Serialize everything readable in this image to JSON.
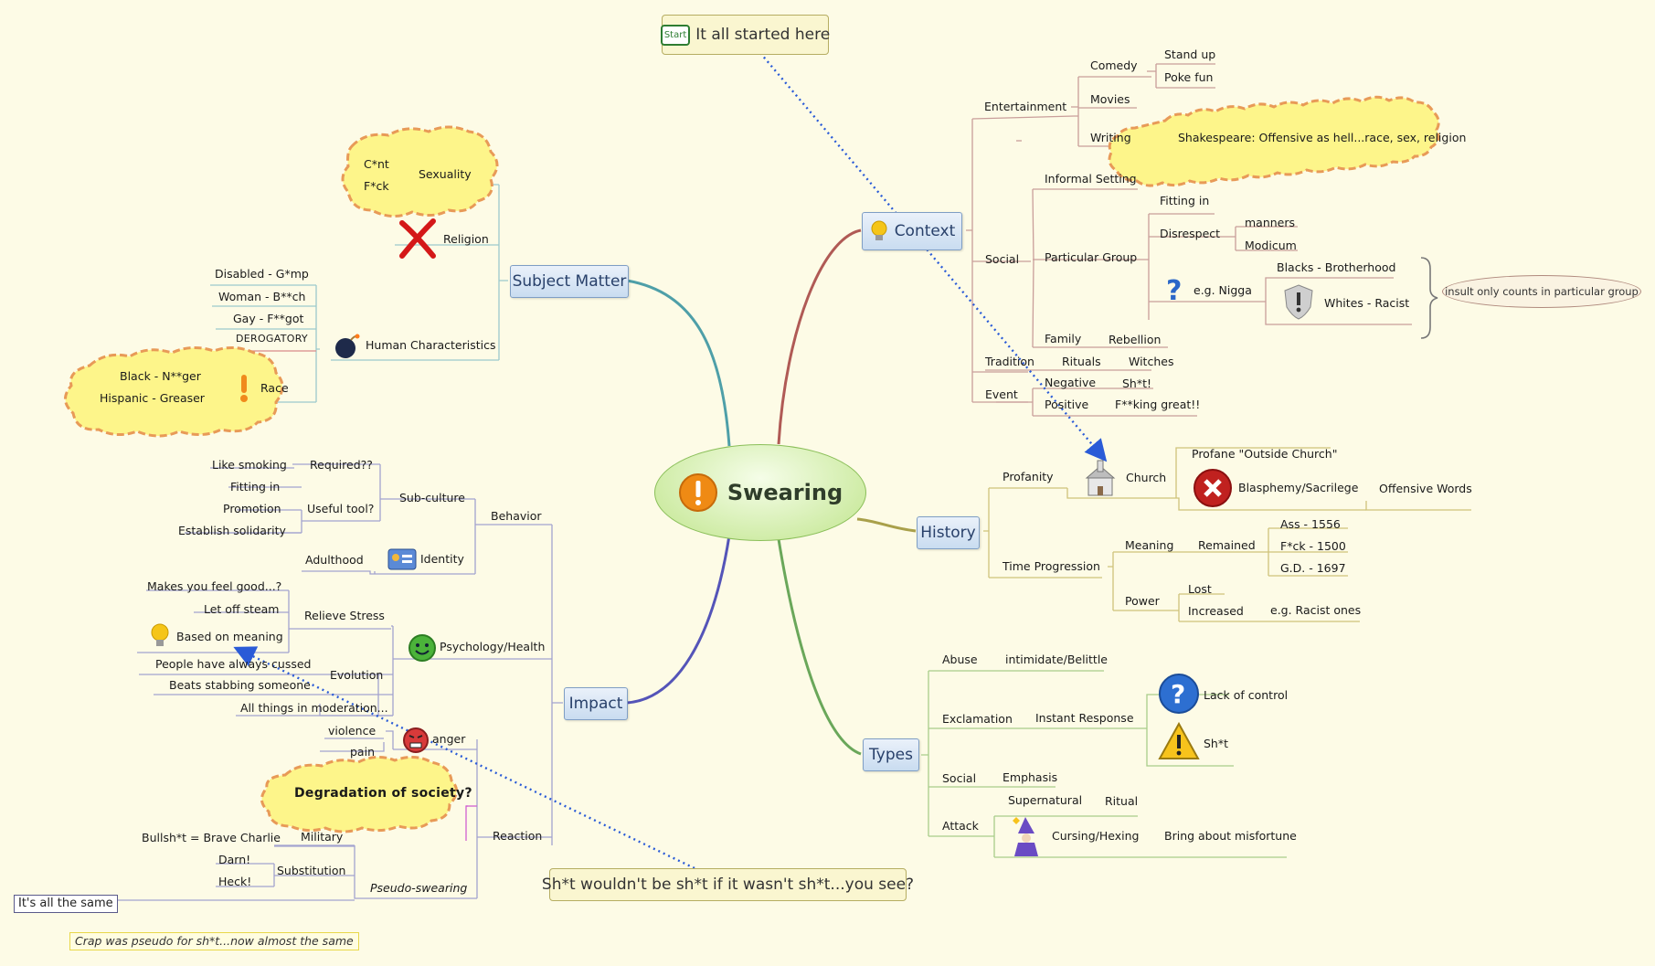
{
  "central": {
    "title": "Swearing"
  },
  "start": {
    "badge": "Start",
    "label": "It all started here"
  },
  "quote": "Sh*t wouldn't be sh*t if it wasn't sh*t...you see?",
  "context": {
    "title": "Context",
    "entertainment": {
      "label": "Entertainment",
      "comedy": "Comedy",
      "standup": "Stand up",
      "pokefun": "Poke fun",
      "movies": "Movies",
      "writing": "Writing",
      "shakespeare": "Shakespeare: Offensive as hell...race, sex, religion"
    },
    "social": {
      "label": "Social",
      "informal": "Informal Setting",
      "particular": "Particular Group",
      "fitting": "Fitting in",
      "disrespect": "Disrespect",
      "manners": "manners",
      "modicum": "Modicum",
      "nigga": "e.g. Nigga",
      "blacks": "Blacks - Brotherhood",
      "whites": "Whites - Racist",
      "callout": "insult only counts in particular group",
      "family": "Family",
      "rebellion": "Rebellion"
    },
    "tradition": {
      "label": "Tradition",
      "rituals": "Rituals",
      "witches": "Witches"
    },
    "event": {
      "label": "Event",
      "negative": "Negative",
      "shit": "Sh*t!",
      "positive": "Positive",
      "great": "F**king great!!"
    }
  },
  "history": {
    "title": "History",
    "profanity": "Profanity",
    "church": "Church",
    "outside": "Profane \"Outside Church\"",
    "blasphemy": "Blasphemy/Sacrilege",
    "offensive": "Offensive Words",
    "time": "Time Progression",
    "meaning": "Meaning",
    "remained": "Remained",
    "ass": "Ass - 1556",
    "fck": "F*ck - 1500",
    "gd": "G.D. - 1697",
    "power": "Power",
    "lost": "Lost",
    "increased": "Increased",
    "racist": "e.g. Racist ones"
  },
  "types": {
    "title": "Types",
    "abuse": "Abuse",
    "intimidate": "intimidate/Belittle",
    "exclamation": "Exclamation",
    "instant": "Instant Response",
    "lack": "Lack of control",
    "sht": "Sh*t",
    "social": "Social",
    "emphasis": "Emphasis",
    "attack": "Attack",
    "supernatural": "Supernatural",
    "ritual": "Ritual",
    "cursing": "Cursing/Hexing",
    "misfortune": "Bring about misfortune"
  },
  "subject": {
    "title": "Subject Matter",
    "sexuality": "Sexuality",
    "cnt": "C*nt",
    "fck": "F*ck",
    "religion": "Religion",
    "human": "Human Characteristics",
    "disabled": "Disabled - G*mp",
    "woman": "Woman - B**ch",
    "gay": "Gay - F**got",
    "derogatory": "DEROGATORY",
    "race": "Race",
    "black": "Black - N**ger",
    "hispanic": "Hispanic - Greaser"
  },
  "impact": {
    "title": "Impact",
    "behavior": "Behavior",
    "subculture": "Sub-culture",
    "required": "Required??",
    "smoking": "Like smoking",
    "useful": "Useful tool?",
    "fitting": "Fitting in",
    "promotion": "Promotion",
    "solidarity": "Establish solidarity",
    "identity": "Identity",
    "adulthood": "Adulthood",
    "psych": "Psychology/Health",
    "stress": "Relieve Stress",
    "feelgood": "Makes you feel good...?",
    "steam": "Let off steam",
    "meaning": "Based on meaning",
    "evolution": "Evolution",
    "always": "People have always cussed",
    "stabbing": "Beats stabbing someone",
    "moderation": "All things in moderation...",
    "reaction": "Reaction",
    "anger": "anger",
    "violence": "violence",
    "pain": "pain",
    "degradation": "Degradation of society?",
    "pseudo": "Pseudo-swearing",
    "military": "Military",
    "bullsht": "Bullsh*t = Brave Charlie",
    "substitution": "Substitution",
    "darn": "Darn!",
    "heck": "Heck!",
    "same": "It's all the same",
    "crap": "Crap was pseudo for sh*t...now almost the same"
  }
}
